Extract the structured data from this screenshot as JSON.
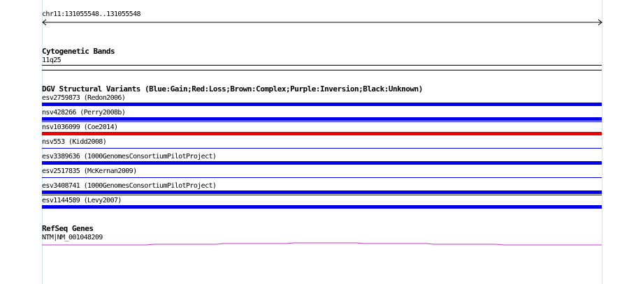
{
  "ruler": {
    "location": "chr11:131055548..131055548"
  },
  "tracks": {
    "cytoband": {
      "title": "Cytogenetic Bands",
      "band": "11q25"
    },
    "dgv": {
      "title": "DGV Structural Variants (Blue:Gain;Red:Loss;Brown:Complex;Purple:Inversion;Black:Unknown)",
      "items": [
        {
          "label": "esv2759873 (Redon2006)",
          "type": "gain",
          "color": "#0000ee"
        },
        {
          "label": "nsv428266 (Perry2008b)",
          "type": "gain",
          "color": "#0000ee"
        },
        {
          "label": "nsv1036099 (Coe2014)",
          "type": "loss",
          "color": "#ee0000"
        },
        {
          "label": "nsv553 (Kidd2008)",
          "type": "gain",
          "color": "#0000ee"
        },
        {
          "label": "esv3389636 (1000GenomesConsortiumPilotProject)",
          "type": "gain",
          "color": "#0000ee"
        },
        {
          "label": "esv2517835 (McKernan2009)",
          "type": "gain",
          "color": "#0000ee"
        },
        {
          "label": "esv3408741 (1000GenomesConsortiumPilotProject)",
          "type": "gain",
          "color": "#0000ee"
        },
        {
          "label": "esv1144589 (Levy2007)",
          "type": "gain",
          "color": "#0000ee"
        }
      ]
    },
    "refseq": {
      "title": "RefSeq Genes",
      "gene": "NTM|NM_001048209",
      "color": "#cc33cc"
    }
  }
}
